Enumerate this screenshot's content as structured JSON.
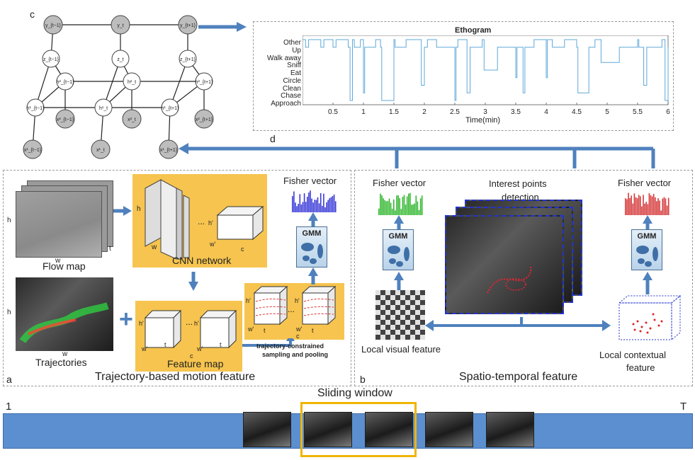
{
  "panel_labels": {
    "a": "a",
    "b": "b",
    "c": "c",
    "d": "d"
  },
  "graphical_model": {
    "y_nodes": [
      "y_{t−1}",
      "y_t",
      "y_{t+1}"
    ],
    "z_nodes": [
      "z_{t−1}",
      "z_t",
      "z_{t+1}"
    ],
    "h2_nodes": [
      "h²_{t−1}",
      "h²_t",
      "h²_{t+1}"
    ],
    "h1_nodes": [
      "h¹_{t−1}",
      "h¹_t",
      "h¹_{t+1}"
    ],
    "x2_nodes": [
      "x²_{t−1}",
      "x²_t",
      "x²_{t+1}"
    ],
    "x1_nodes": [
      "x¹_{t−1}",
      "x¹_t",
      "x¹_{t+1}"
    ]
  },
  "ethogram": {
    "title": "Ethogram",
    "xlabel": "Time(min)",
    "labels": [
      "Other",
      "Up",
      "Walk away",
      "Sniff",
      "Eat",
      "Circle",
      "Clean",
      "Chase",
      "Approach"
    ],
    "xticks": [
      "0.5",
      "1",
      "1.5",
      "2",
      "2.5",
      "3",
      "3.5",
      "4",
      "4.5",
      "5",
      "5.5",
      "6"
    ]
  },
  "chart_data": {
    "type": "line",
    "title": "Ethogram",
    "xlabel": "Time(min)",
    "ylabel": "",
    "categories_y": [
      "Approach",
      "Chase",
      "Clean",
      "Circle",
      "Eat",
      "Sniff",
      "Walk away",
      "Up",
      "Other"
    ],
    "xlim": [
      0,
      6
    ],
    "x": [
      0,
      0.05,
      0.1,
      0.3,
      0.35,
      0.5,
      0.55,
      0.75,
      0.78,
      0.82,
      0.85,
      0.95,
      1.0,
      1.02,
      1.2,
      1.28,
      1.3,
      1.5,
      1.52,
      1.7,
      1.95,
      2.0,
      2.05,
      2.2,
      2.5,
      2.52,
      2.55,
      2.7,
      2.75,
      2.95,
      2.98,
      3.2,
      3.5,
      3.52,
      3.62,
      3.65,
      3.8,
      4.0,
      4.02,
      4.1,
      4.3,
      4.5,
      4.52,
      4.7,
      4.8,
      4.9,
      5.2,
      5.5,
      5.52,
      5.6,
      5.65,
      5.9,
      5.95,
      6.0
    ],
    "y": [
      8,
      7,
      8,
      7,
      8,
      7,
      8,
      7,
      0,
      8,
      7,
      8,
      1,
      7,
      8,
      7,
      0,
      8,
      7,
      8,
      2,
      7,
      8,
      7,
      0,
      7,
      8,
      1,
      7,
      8,
      4,
      7,
      3,
      7,
      1,
      7,
      8,
      3,
      8,
      7,
      8,
      7,
      1,
      7,
      8,
      5,
      7,
      8,
      7,
      2,
      7,
      8,
      0,
      7
    ]
  },
  "section_a": {
    "flow_map": "Flow map",
    "trajectories": "Trajectories",
    "cnn_network": "CNN network",
    "feature_map": "Feature map",
    "fisher_vector": "Fisher vector",
    "gmm": "GMM",
    "sampling": [
      "trajectory-constrained",
      "sampling and pooling"
    ],
    "title": "Trajectory-based motion feature",
    "dims": {
      "h": "h",
      "w": "w",
      "t": "t",
      "hp": "h'",
      "wp": "w'",
      "c": "c"
    },
    "ellipsis": "..."
  },
  "section_b": {
    "fisher_vector_left": "Fisher vector",
    "fisher_vector_right": "Fisher vector",
    "interest_points": [
      "Interest points",
      "detection"
    ],
    "gmm": "GMM",
    "local_visual": "Local visual feature",
    "local_contextual": [
      "Local contextual",
      "feature"
    ],
    "title": "Spatio-temporal feature"
  },
  "timeline": {
    "sliding_window": "Sliding window",
    "start": "1",
    "end": "T"
  },
  "colors": {
    "arrow": "#4f81bd",
    "panel_yellow": "#f6c44f",
    "timeline": "#5b8fd0",
    "window": "#f0b400",
    "fisher_blue": "#3a3ad8",
    "fisher_green": "#34b832",
    "fisher_red": "#d63a3a",
    "ethogram_line": "#5fa8d8"
  }
}
